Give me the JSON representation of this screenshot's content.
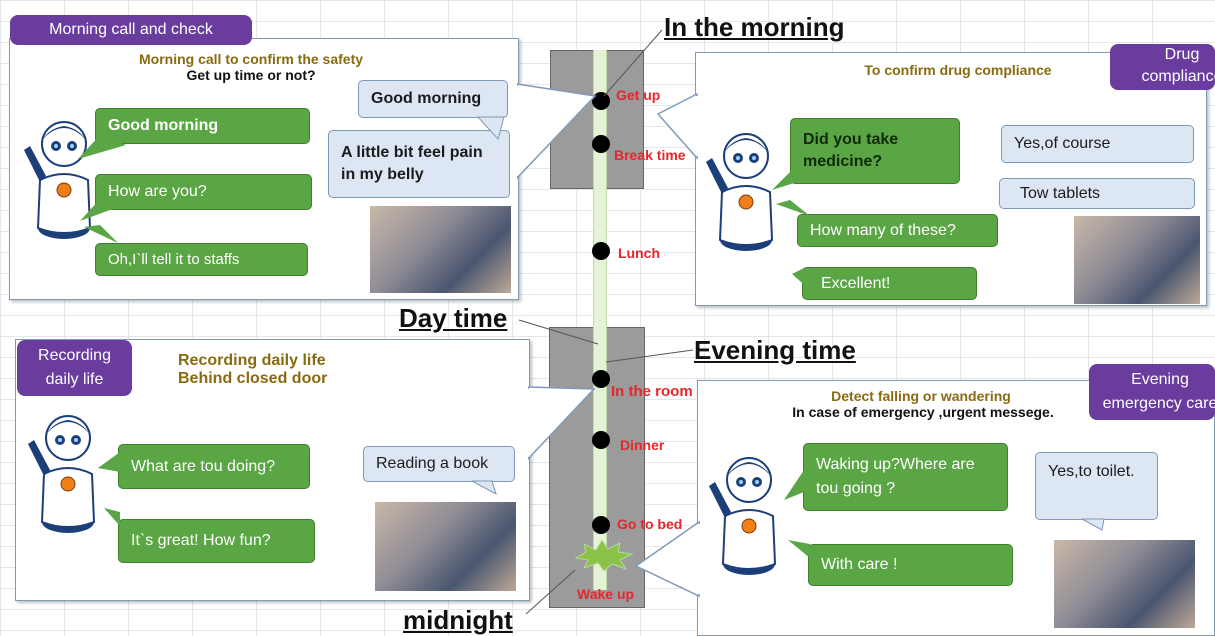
{
  "timeline": {
    "morning": "In the morning",
    "daytime": "Day time",
    "evening": "Evening time",
    "midnight": "midnight",
    "events": [
      {
        "label": "Get up"
      },
      {
        "label": "Break time"
      },
      {
        "label": "Lunch"
      },
      {
        "label": "In the room"
      },
      {
        "label": "Dinner"
      },
      {
        "label": "Go to bed"
      },
      {
        "label": "Wake up"
      }
    ]
  },
  "panels": {
    "morning": {
      "tag": "Morning call  and check",
      "title": "Morning call to confirm the safety",
      "subtitle": "Get up time or not?",
      "robot_bubbles": [
        "Good morning",
        "How are you?",
        "Oh,I`ll tell it to staffs"
      ],
      "user_bubbles": [
        "Good morning",
        "A little bit feel pain in my belly"
      ]
    },
    "drug": {
      "tag": "Drug compliance",
      "title": "To confirm drug compliance",
      "robot_bubbles": [
        "Did you take medicine?",
        "How many of these?",
        "Excellent!"
      ],
      "user_bubbles": [
        "Yes,of course",
        "Tow tablets"
      ]
    },
    "recording": {
      "tag": "Recording daily life",
      "title_line1": "Recording daily life",
      "title_line2": "Behind closed door",
      "robot_bubbles": [
        "What are tou doing?",
        "It`s great! How fun?"
      ],
      "user_bubbles": [
        "Reading a book"
      ]
    },
    "evening": {
      "tag": "Evening emergency care",
      "title": "Detect falling or wandering",
      "subtitle": "In case of emergency ,urgent messege.",
      "robot_bubbles": [
        "Waking up?Where are tou going ?",
        "With care !"
      ],
      "user_bubbles": [
        "Yes,to toilet."
      ]
    }
  },
  "colors": {
    "tag": "#6a3c9e",
    "robot_bubble": "#5aa544",
    "user_bubble": "#dde7f4",
    "time_label": "#e6262c",
    "title": "#8a6a10"
  }
}
